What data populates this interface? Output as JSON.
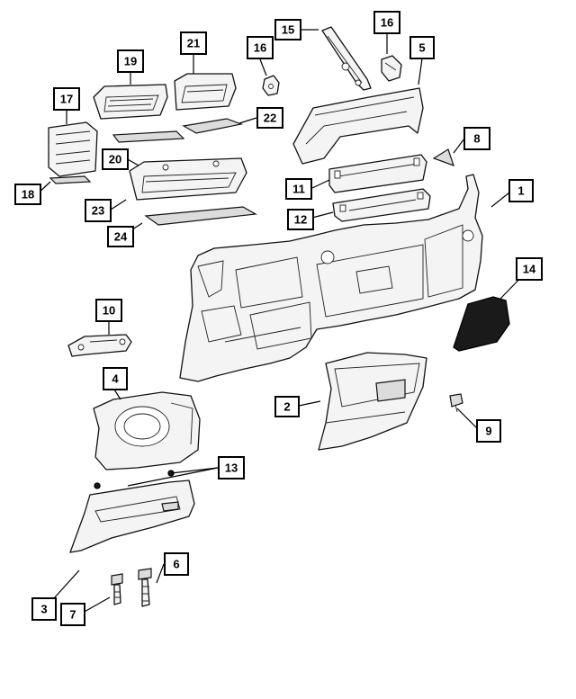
{
  "callouts": [
    {
      "id": "c1",
      "label": "1"
    },
    {
      "id": "c2",
      "label": "2"
    },
    {
      "id": "c3",
      "label": "3"
    },
    {
      "id": "c4",
      "label": "4"
    },
    {
      "id": "c5",
      "label": "5"
    },
    {
      "id": "c6",
      "label": "6"
    },
    {
      "id": "c7",
      "label": "7"
    },
    {
      "id": "c8",
      "label": "8"
    },
    {
      "id": "c9",
      "label": "9"
    },
    {
      "id": "c10",
      "label": "10"
    },
    {
      "id": "c11",
      "label": "11"
    },
    {
      "id": "c12",
      "label": "12"
    },
    {
      "id": "c13",
      "label": "13"
    },
    {
      "id": "c14",
      "label": "14"
    },
    {
      "id": "c15",
      "label": "15"
    },
    {
      "id": "c16a",
      "label": "16"
    },
    {
      "id": "c16b",
      "label": "16"
    },
    {
      "id": "c17",
      "label": "17"
    },
    {
      "id": "c18",
      "label": "18"
    },
    {
      "id": "c19",
      "label": "19"
    },
    {
      "id": "c20",
      "label": "20"
    },
    {
      "id": "c21",
      "label": "21"
    },
    {
      "id": "c22",
      "label": "22"
    },
    {
      "id": "c23",
      "label": "23"
    },
    {
      "id": "c24",
      "label": "24"
    }
  ]
}
